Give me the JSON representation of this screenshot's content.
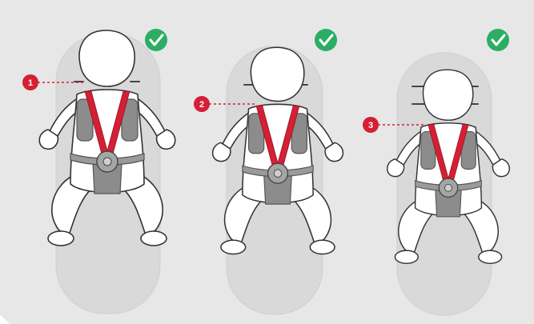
{
  "panels": [
    {
      "step": "1",
      "check": "check-icon",
      "status": "correct"
    },
    {
      "step": "2",
      "check": "check-icon",
      "status": "correct"
    },
    {
      "step": "3",
      "check": "check-icon",
      "status": "correct"
    }
  ],
  "colors": {
    "background": "#e7e7e7",
    "seat": "#d9d9d9",
    "strap": "#d51f34",
    "pad": "#8c8c8c",
    "marker": "#d51f34",
    "check": "#2cad64"
  }
}
